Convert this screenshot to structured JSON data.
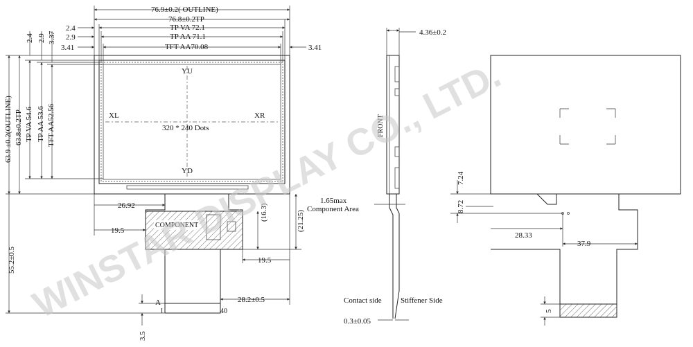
{
  "watermark": "WINSTAR DISPLAY CO., LTD.",
  "front_view": {
    "outline_width": "76.9±0.2( OUTLINE)",
    "tp_width": "76.8±0.2TP",
    "tp_va_width": "TP VA 72.1",
    "tp_aa_width": "TP AA 71.1",
    "tft_aa_width": "TFT AA70.08",
    "left_offsets": [
      "2.4",
      "2.9",
      "3.41"
    ],
    "right_offset": "3.41",
    "top_offsets": [
      "2.4",
      "2.9",
      "3.37"
    ],
    "outline_height": "63.9 ±0.2(OUTLINE)",
    "tp_height": "63.8±0.2TP",
    "tp_va_height": "TP VA 54.6",
    "tp_aa_height": "TP AA 53.6",
    "tft_aa_height": "TFT AA52.56",
    "label_yu": "YU",
    "label_yd": "YD",
    "label_xl": "XL",
    "label_xr": "XR",
    "resolution": "320 * 240 Dots",
    "fpc_offset": "26.92",
    "comp_offset_left": "19.5",
    "component_label": "COMPONENT",
    "dim_16_3": "(16.3)",
    "dim_21_25": "(21.25)",
    "comp_offset_right": "19.5",
    "fpc_width": "28.2±0.5",
    "total_tail_height": "55.2±0.5",
    "pin_first": "1",
    "pin_last": "40",
    "pin_label": "A",
    "bottom_dim": "3.5"
  },
  "side_view": {
    "thickness": "4.36±0.2",
    "front_label": "FRONT",
    "component_height": "1.65max",
    "component_area": "Component Area",
    "contact_side": "Contact side",
    "stiffener_side": "Stiffener Side",
    "fpc_thickness": "0.3±0.05"
  },
  "back_view": {
    "dim_7_24": "7.24",
    "dim_8_72": "8.72",
    "dim_28_33": "28.33",
    "dim_37_9": "37.9",
    "dim_5": "5"
  }
}
